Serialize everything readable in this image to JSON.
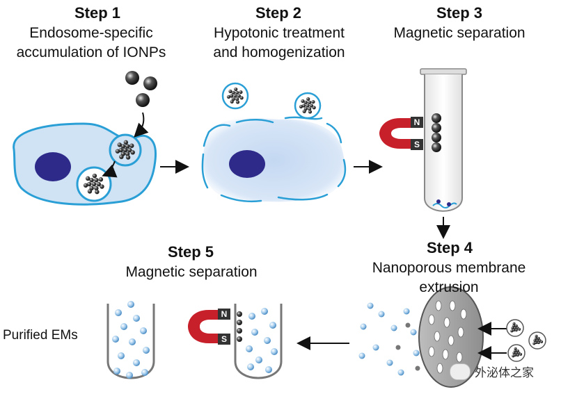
{
  "steps": [
    {
      "title": "Step 1",
      "line1": "Endosome-specific",
      "line2": "accumulation of IONPs"
    },
    {
      "title": "Step 2",
      "line1": "Hypotonic treatment",
      "line2": "and homogenization"
    },
    {
      "title": "Step 3",
      "line1": "Magnetic separation",
      "line2": ""
    },
    {
      "title": "Step 4",
      "line1": "Nanoporous membrane",
      "line2": "extrusion"
    },
    {
      "title": "Step 5",
      "line1": "Magnetic separation",
      "line2": ""
    }
  ],
  "purified_label": "Purified EMs",
  "magnet_poles": {
    "north": "N",
    "south": "S"
  },
  "watermark": "外泌体之家",
  "colors": {
    "cell_fill": "#cfe3f5",
    "cell_stroke": "#2a9fd6",
    "nucleus": "#2e2a8a",
    "vesicle": "#9ec8ea",
    "magnet": "#c8202a",
    "particle": "#333333"
  }
}
